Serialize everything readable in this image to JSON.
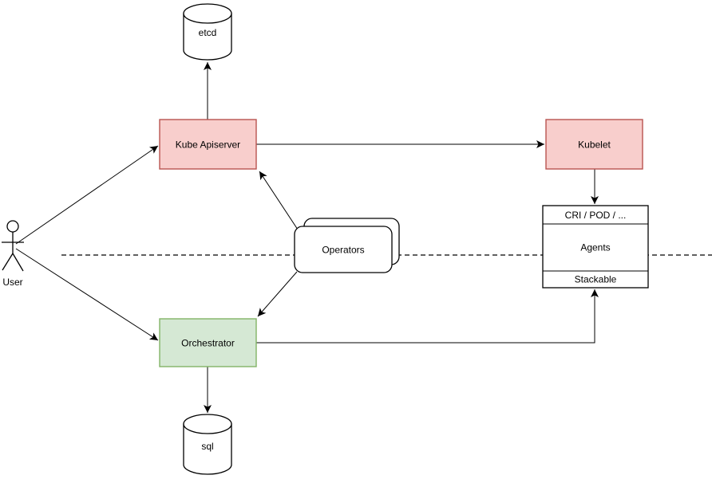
{
  "diagram": {
    "type": "architecture-flow",
    "background": "#ffffff",
    "colors": {
      "highlight_red_fill": "#f8cecc",
      "highlight_red_stroke": "#b85450",
      "highlight_green_fill": "#d5e8d4",
      "highlight_green_stroke": "#82b366",
      "plain_fill": "#ffffff",
      "line": "#000000"
    },
    "nodes": {
      "user": {
        "label": "User",
        "shape": "actor"
      },
      "etcd": {
        "label": "etcd",
        "shape": "cylinder"
      },
      "kube_apiserver": {
        "label": "Kube Apiserver",
        "shape": "rect",
        "fill": "#f8cecc",
        "stroke": "#b85450"
      },
      "kubelet": {
        "label": "Kubelet",
        "shape": "rect",
        "fill": "#f8cecc",
        "stroke": "#b85450"
      },
      "operators": {
        "label": "Operators",
        "shape": "stacked-rounded-rect"
      },
      "orchestrator": {
        "label": "Orchestrator",
        "shape": "rect",
        "fill": "#d5e8d4",
        "stroke": "#82b366"
      },
      "agents_stack": {
        "header": "CRI / POD / ...",
        "body": "Agents",
        "footer": "Stackable",
        "shape": "partitioned-rect"
      },
      "sql": {
        "label": "sql",
        "shape": "cylinder"
      }
    },
    "edges": [
      {
        "from": "User",
        "to": "Kube Apiserver",
        "arrow": true
      },
      {
        "from": "User",
        "to": "Orchestrator",
        "arrow": true
      },
      {
        "from": "Kube Apiserver",
        "to": "etcd",
        "arrow": true
      },
      {
        "from": "Kube Apiserver",
        "to": "Kubelet",
        "arrow": true
      },
      {
        "from": "Operators",
        "to": "Kube Apiserver",
        "arrow": true
      },
      {
        "from": "Operators",
        "to": "Orchestrator",
        "arrow": true
      },
      {
        "from": "Kubelet",
        "to": "Agents (CRI / POD / ...)",
        "arrow": true
      },
      {
        "from": "Orchestrator",
        "to": "Agents (Stackable)",
        "arrow": true
      },
      {
        "from": "Orchestrator",
        "to": "sql",
        "arrow": true
      }
    ],
    "separator": {
      "shape": "dashed-horizontal-line"
    }
  }
}
